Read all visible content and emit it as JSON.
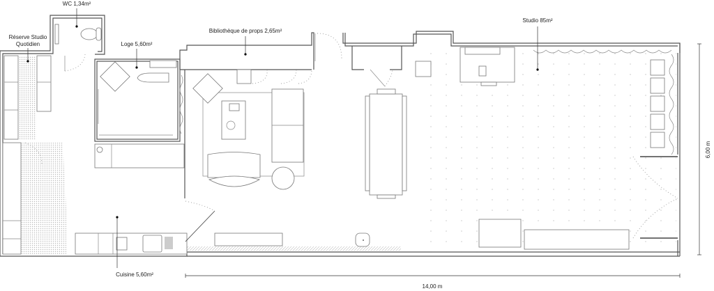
{
  "rooms": [
    {
      "id": "wc",
      "label": "WC 1,34m²"
    },
    {
      "id": "reserve",
      "label_line1": "Réserve Studio",
      "label_line2": "Quotidien"
    },
    {
      "id": "loge",
      "label": "Loge 5,60m²"
    },
    {
      "id": "bibliotheque",
      "label": "Bibliothèque de props 2,65m²"
    },
    {
      "id": "studio",
      "label": "Studio 85m²"
    },
    {
      "id": "cuisine",
      "label": "Cuisine 5,60m²"
    }
  ],
  "dimensions": {
    "width": "14,00 m",
    "height": "6,00 m"
  },
  "colors": {
    "walls": "#555555",
    "furniture": "#777777",
    "hatch": "#bbbbbb"
  }
}
